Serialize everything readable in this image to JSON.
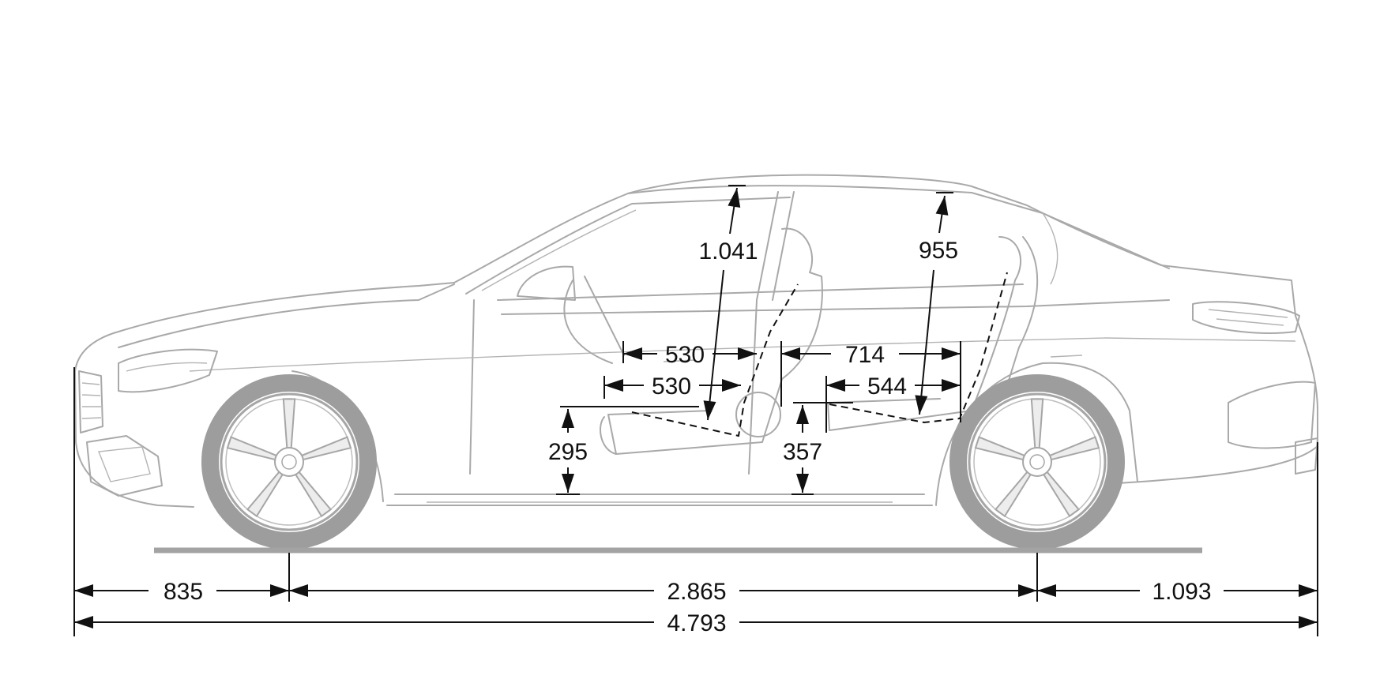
{
  "dimensions": {
    "front_overhang": "835",
    "wheelbase": "2.865",
    "rear_overhang": "1.093",
    "overall_length": "4.793",
    "front_headroom": "1.041",
    "rear_headroom": "955",
    "front_legroom_upper": "530",
    "front_legroom_lower": "530",
    "rear_legroom_upper": "714",
    "rear_legroom_lower": "544",
    "front_seat_height": "295",
    "rear_seat_height": "357"
  },
  "colors": {
    "drawing_line": "#a9a9a9",
    "dimension_line": "#111111",
    "background": "#ffffff"
  }
}
